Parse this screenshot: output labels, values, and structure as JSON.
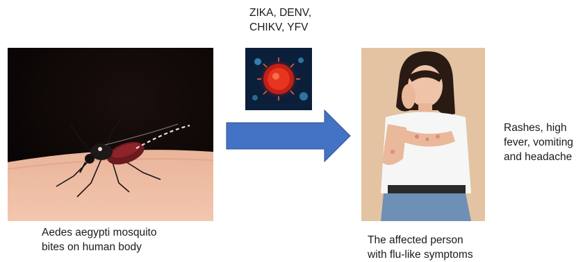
{
  "virus_label": "ZIKA, DENV,\nCHIKV, YFV",
  "mosquito_caption": "Aedes aegypti mosquito\nbites on human body",
  "person_caption": "The affected person\nwith flu-like  symptoms",
  "symptom_text": "Rashes, high\nfever, vomiting\nand headache",
  "arrow_color": "#4472c4"
}
